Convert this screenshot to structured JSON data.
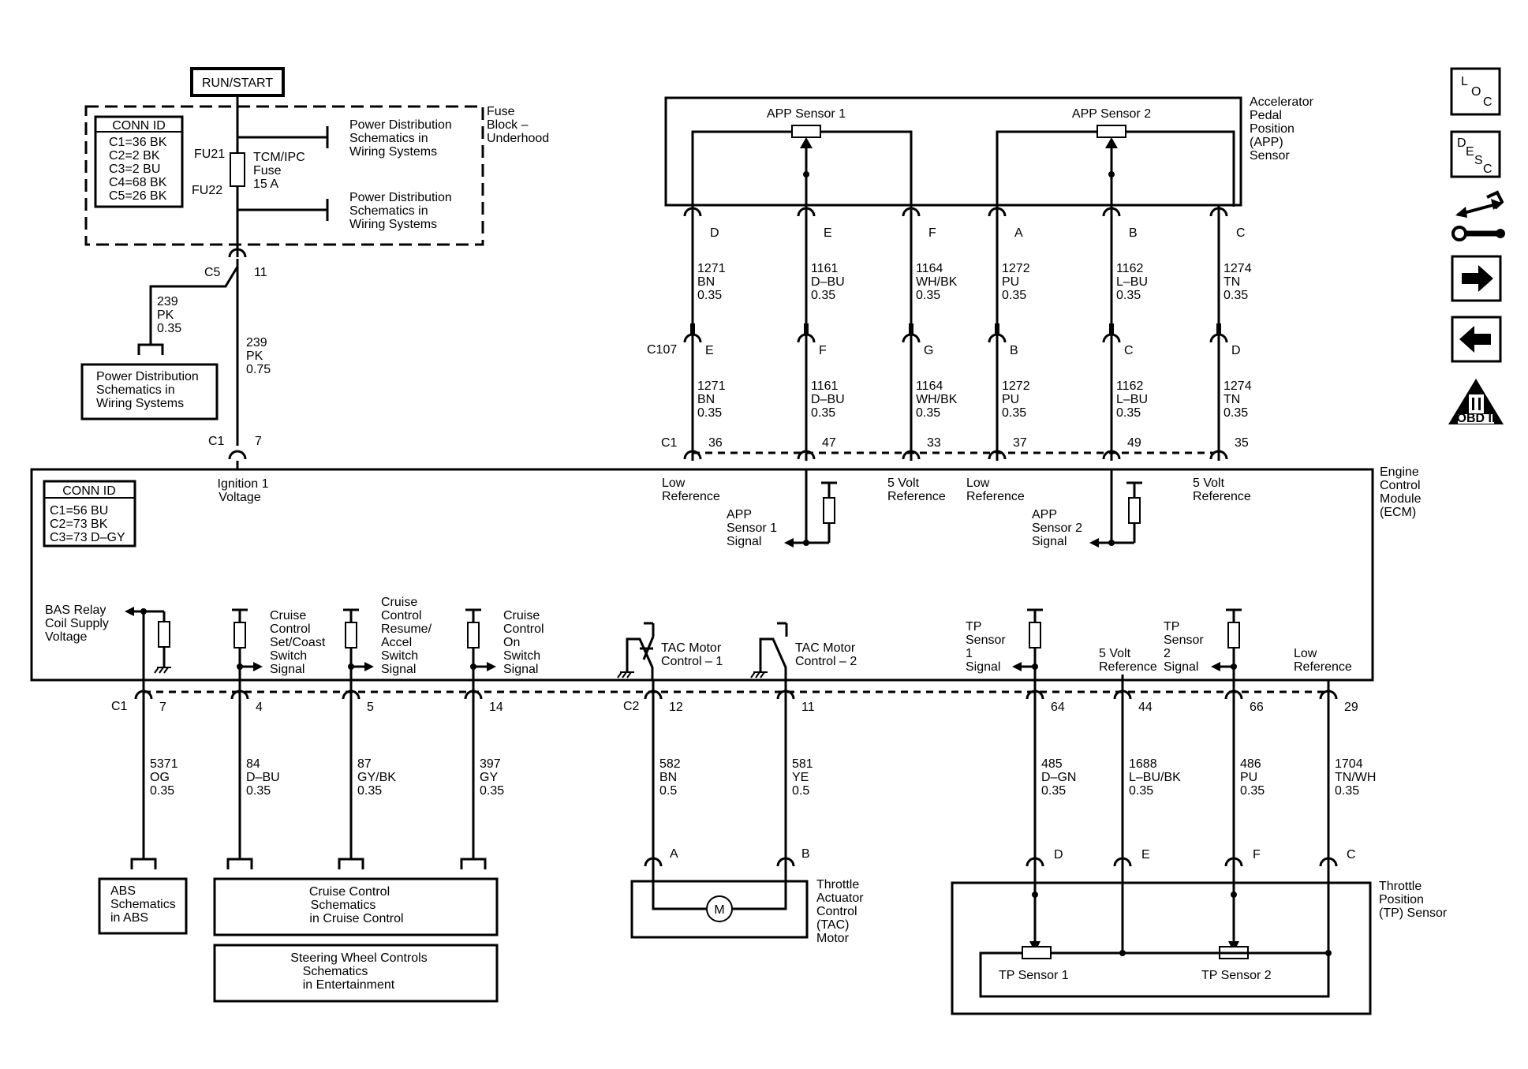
{
  "power": {
    "run_start": "RUN/START",
    "fuse_block_label": [
      "Fuse",
      "Block –",
      "Underhood"
    ],
    "fuse_conn_title": "CONN ID",
    "fuse_conn_lines": [
      "C1=36 BK",
      "C2=2 BK",
      "C3=2 BU",
      "C4=68 BK",
      "C5=26 BK"
    ],
    "pd_ref_1": [
      "Power Distribution",
      "Schematics in",
      "Wiring Systems"
    ],
    "pd_ref_2": [
      "Power Distribution",
      "Schematics in",
      "Wiring Systems"
    ],
    "fu21": "FU21",
    "fu22": "FU22",
    "fuse_label": [
      "TCM/IPC",
      "Fuse",
      "15 A"
    ],
    "c5": "C5",
    "c5_pin": "11",
    "wire_branch": [
      "239",
      "PK",
      "0.35"
    ],
    "pd_box": [
      "Power Distribution",
      "Schematics in",
      "Wiring Systems"
    ],
    "wire_main": [
      "239",
      "PK",
      "0.75"
    ],
    "c1": "C1",
    "c1_pin": "7"
  },
  "app": {
    "title": [
      "Accelerator",
      "Pedal",
      "Position",
      "(APP)",
      "Sensor"
    ],
    "sensor1": "APP Sensor 1",
    "sensor2": "APP Sensor 2",
    "c107": "C107",
    "c1": "C1",
    "wires": [
      {
        "pin_top": "D",
        "circuit": "1271",
        "color": "BN",
        "gauge": "0.35",
        "pin_mid": "E",
        "ecm_pin": "36"
      },
      {
        "pin_top": "E",
        "circuit": "1161",
        "color": "D–BU",
        "gauge": "0.35",
        "pin_mid": "F",
        "ecm_pin": "47"
      },
      {
        "pin_top": "F",
        "circuit": "1164",
        "color": "WH/BK",
        "gauge": "0.35",
        "pin_mid": "G",
        "ecm_pin": "33"
      },
      {
        "pin_top": "A",
        "circuit": "1272",
        "color": "PU",
        "gauge": "0.35",
        "pin_mid": "B",
        "ecm_pin": "37"
      },
      {
        "pin_top": "B",
        "circuit": "1162",
        "color": "L–BU",
        "gauge": "0.35",
        "pin_mid": "C",
        "ecm_pin": "49"
      },
      {
        "pin_top": "C",
        "circuit": "1274",
        "color": "TN",
        "gauge": "0.35",
        "pin_mid": "D",
        "ecm_pin": "35"
      }
    ]
  },
  "ecm": {
    "title": [
      "Engine",
      "Control",
      "Module",
      "(ECM)"
    ],
    "conn_title": "CONN ID",
    "conn_lines": [
      "C1=56 BU",
      "C2=73 BK",
      "C3=73 D–GY"
    ],
    "ign_label": [
      "Ignition 1",
      "Voltage"
    ],
    "low_ref_1": [
      "Low",
      "Reference"
    ],
    "volt5_ref_1": [
      "5 Volt",
      "Reference"
    ],
    "low_ref_2": [
      "Low",
      "Reference"
    ],
    "volt5_ref_2": [
      "5 Volt",
      "Reference"
    ],
    "app1_signal": [
      "APP",
      "Sensor 1",
      "Signal"
    ],
    "app2_signal": [
      "APP",
      "Sensor 2",
      "Signal"
    ],
    "bas_label": [
      "BAS Relay",
      "Coil Supply",
      "Voltage"
    ],
    "cruise_set": [
      "Cruise",
      "Control",
      "Set/Coast",
      "Switch",
      "Signal"
    ],
    "cruise_resume": [
      "Cruise",
      "Control",
      "Resume/",
      "Accel",
      "Switch",
      "Signal"
    ],
    "cruise_on": [
      "Cruise",
      "Control",
      "On",
      "Switch",
      "Signal"
    ],
    "tac1": [
      "TAC Motor",
      "Control – 1"
    ],
    "tac2": [
      "TAC Motor",
      "Control – 2"
    ],
    "tp1_signal": [
      "TP",
      "Sensor",
      "1",
      "Signal"
    ],
    "volt5_ref_tp": [
      "5 Volt",
      "Reference"
    ],
    "tp2_signal": [
      "TP",
      "Sensor",
      "2",
      "Signal"
    ],
    "low_ref_tp": [
      "Low",
      "Reference"
    ]
  },
  "bottom": {
    "c1": "C1",
    "c2": "C2",
    "wires": [
      {
        "pin": "7",
        "circuit": "5371",
        "color": "OG",
        "gauge": "0.35"
      },
      {
        "pin": "4",
        "circuit": "84",
        "color": "D–BU",
        "gauge": "0.35"
      },
      {
        "pin": "5",
        "circuit": "87",
        "color": "GY/BK",
        "gauge": "0.35"
      },
      {
        "pin": "14",
        "circuit": "397",
        "color": "GY",
        "gauge": "0.35"
      },
      {
        "pin": "12",
        "circuit": "582",
        "color": "BN",
        "gauge": "0.5"
      },
      {
        "pin": "11",
        "circuit": "581",
        "color": "YE",
        "gauge": "0.5"
      },
      {
        "pin": "64",
        "circuit": "485",
        "color": "D–GN",
        "gauge": "0.35"
      },
      {
        "pin": "44",
        "circuit": "1688",
        "color": "L–BU/BK",
        "gauge": "0.35"
      },
      {
        "pin": "66",
        "circuit": "486",
        "color": "PU",
        "gauge": "0.35"
      },
      {
        "pin": "29",
        "circuit": "1704",
        "color": "TN/WH",
        "gauge": "0.35"
      }
    ],
    "abs_box": [
      "ABS",
      "Schematics",
      "in ABS"
    ],
    "cruise_box": [
      "Cruise Control",
      "Schematics",
      "in Cruise Control"
    ],
    "steering_box": [
      "Steering Wheel Controls",
      "Schematics",
      "in Entertainment"
    ],
    "tac_pin_a": "A",
    "tac_pin_b": "B",
    "motor_symbol": "M",
    "tac_title": [
      "Throttle",
      "Actuator",
      "Control",
      "(TAC)",
      "Motor"
    ],
    "tp_pins": [
      "D",
      "E",
      "F",
      "C"
    ],
    "tp_title": [
      "Throttle",
      "Position",
      "(TP) Sensor"
    ],
    "tp_sensor1": "TP Sensor 1",
    "tp_sensor2": "TP Sensor 2"
  },
  "sidebar": {
    "loc_icon": "location-icon",
    "desc_icon": "description-icon",
    "diag_icon": "diagnostic-tools-icon",
    "next_icon": "next-arrow-icon",
    "prev_icon": "previous-arrow-icon",
    "obd_label": "OBD II"
  }
}
